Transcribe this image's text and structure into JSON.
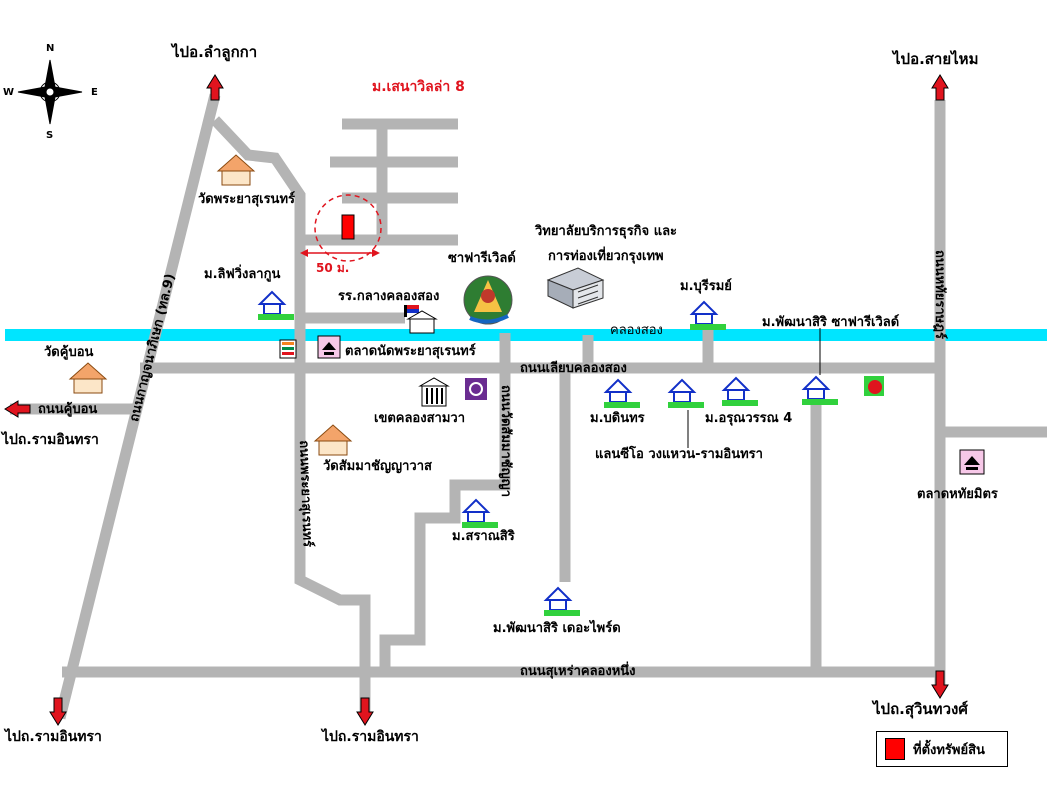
{
  "compass": {
    "n": "N",
    "s": "S",
    "e": "E",
    "w": "W"
  },
  "directions": {
    "to_lamlukka": "ไปอ.ลำลูกกา",
    "to_saimai": "ไปอ.สายไหม",
    "to_ramintra_left": "ไปถ.รามอินทรา",
    "to_ramintra_bottom_left": "ไปถ.รามอินทรา",
    "to_ramintra_bottom_mid": "ไปถ.รามอินทรา",
    "to_suwinthawong": "ไปถ.สุวินทวงศ์"
  },
  "roads": {
    "kanchanaphisek": "ถนนกาญจนาภิเษก (ทล.9)",
    "khubon": "ถนนคู้บอน",
    "liap_khlong_song": "ถนนเลียบคลองสอง",
    "suea_khlong_nueng": "ถนนสุเหร่าคลองหนึ่ง",
    "hathairat": "ถนนหทัยราษฎร์",
    "wat_samma": "ถนนวัดสัมมาชัญญา",
    "prayasurensuan": "ถนนพระยาสุเรนทร์",
    "khlong_song": "คลองสอง"
  },
  "places": {
    "sena_villa": "ม.เสนาวิลล่า 8",
    "wat_phraya_surent": "วัดพระยาสุเรนทร์",
    "living_lagoon": "ม.ลิฟวิ่งลากูน",
    "school": "รร.กลางคลองสอง",
    "safari_world": "ซาฟารีเวิลด์",
    "college_1": "วิทยาลัยบริการธุรกิจ และ",
    "college_2": "การท่องเที่ยวกรุงเทพ",
    "buriram": "ม.บุรีรมย์",
    "phatnasiri_safari": "ม.พัฒนาสิริ ซาฟารีเวิลด์",
    "wat_khubon": "วัดคู้บอน",
    "market_phraya": "ตลาดนัดพระยาสุเรนทร์",
    "district_office": "เขตคลองสามวา",
    "bodin": "ม.บดินทร",
    "arunwan": "ม.อรุณวรรณ 4",
    "land_sio": "แลนซีโอ วงแหวน-รามอินทรา",
    "wat_samma": "วัดสัมมาชัญญาวาส",
    "saransiri": "ม.สราณสิริ",
    "phatnasiri_park": "ม.พัฒนาสิริ เดอะไพร์ด",
    "market_hathai": "ตลาดหทัยมิตร",
    "distance": "50 ม."
  },
  "legend": {
    "label": "ที่ตั้งทรัพย์สิน",
    "color": "#ff0000"
  },
  "colors": {
    "road": "#b4b4b4",
    "canal": "#00e5ff",
    "arrow": "#e0141e",
    "marker": "#ff0000",
    "label_red": "#e0141e"
  },
  "icons": [
    "house-icon",
    "temple-icon",
    "school-icon",
    "market-icon",
    "bank-icon",
    "building-icon",
    "seven-eleven-icon",
    "safari-logo-icon",
    "compass-icon"
  ]
}
